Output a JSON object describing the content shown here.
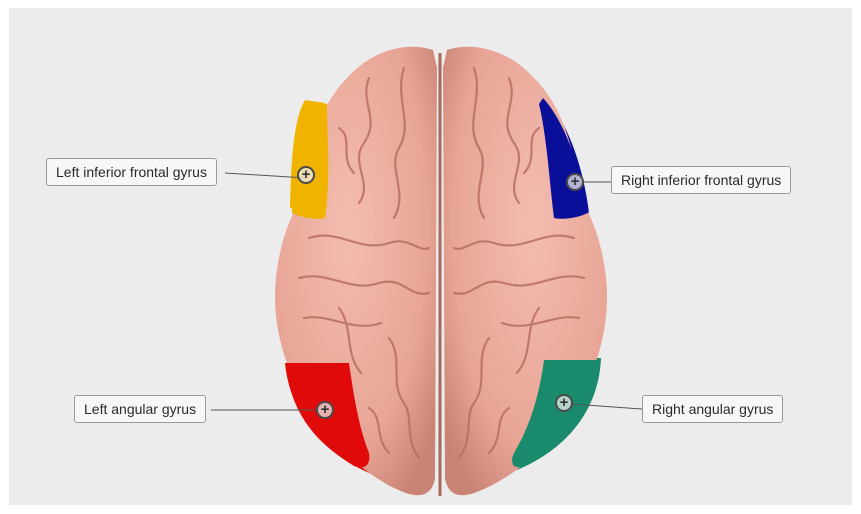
{
  "labels": {
    "left_ifg": "Left inferior frontal gyrus",
    "right_ifg": "Right inferior frontal gyrus",
    "left_angular": "Left angular gyrus",
    "right_angular": "Right angular gyrus"
  },
  "markers": {
    "symbol": "+"
  },
  "colors": {
    "background": "#ececec",
    "brain": "#e8a89a",
    "brain_shadow": "#c97e70",
    "left_ifg": "#f0b400",
    "right_ifg": "#0a0f9a",
    "left_angular": "#e00a0a",
    "right_angular": "#1a8a6c"
  },
  "icons": {
    "marker": "plus-circle-icon"
  }
}
